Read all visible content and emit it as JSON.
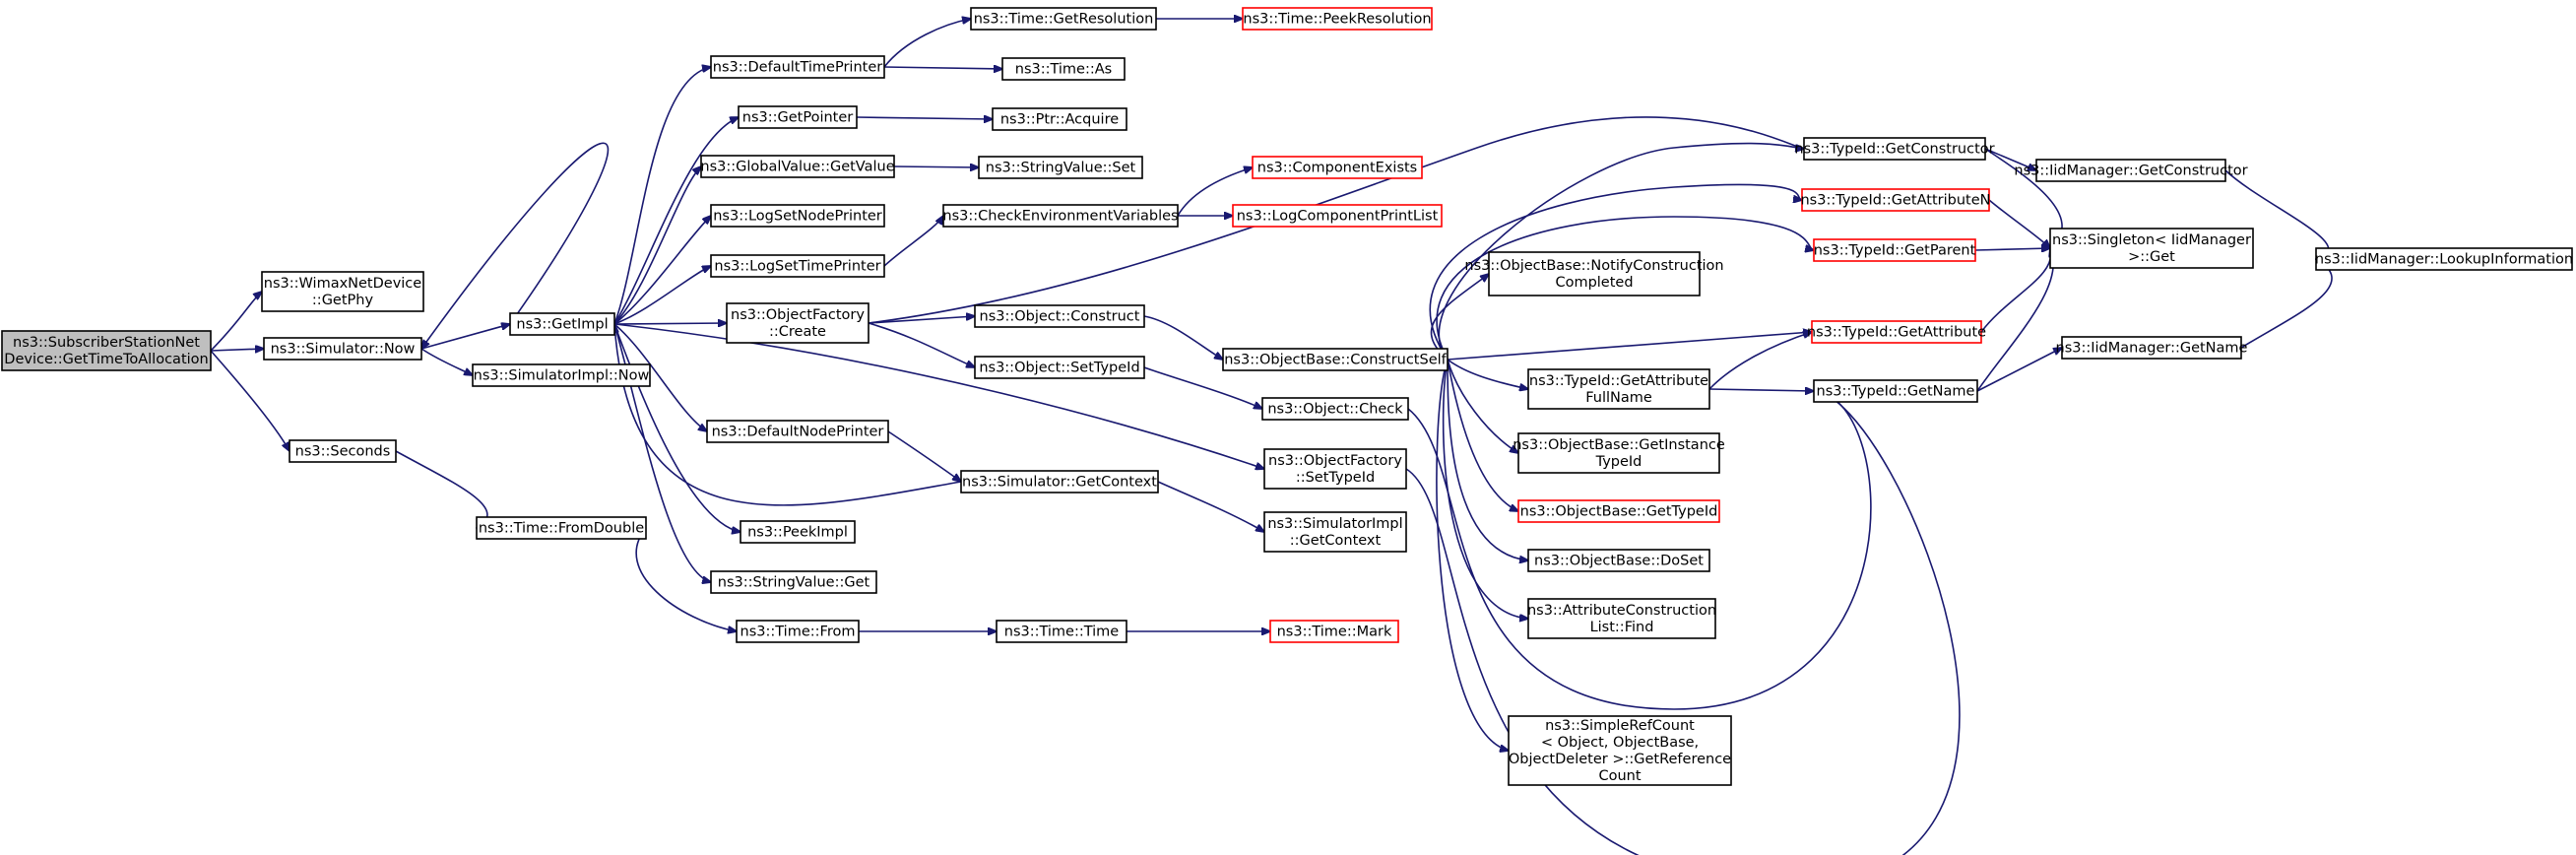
{
  "nodes": [
    {
      "id": "root",
      "lines": [
        "ns3::SubscriberStationNet",
        "Device::GetTimeToAllocation"
      ],
      "style": "root"
    },
    {
      "id": "wimaxGetPhy",
      "lines": [
        "ns3::WimaxNetDevice",
        "::GetPhy"
      ],
      "style": "normal"
    },
    {
      "id": "simNow",
      "lines": [
        "ns3::Simulator::Now"
      ],
      "style": "normal"
    },
    {
      "id": "seconds",
      "lines": [
        "ns3::Seconds"
      ],
      "style": "normal"
    },
    {
      "id": "getImpl",
      "lines": [
        "ns3::GetImpl"
      ],
      "style": "normal"
    },
    {
      "id": "simImplNow",
      "lines": [
        "ns3::SimulatorImpl::Now"
      ],
      "style": "normal"
    },
    {
      "id": "fromDouble",
      "lines": [
        "ns3::Time::FromDouble"
      ],
      "style": "normal"
    },
    {
      "id": "defTimePrinter",
      "lines": [
        "ns3::DefaultTimePrinter"
      ],
      "style": "normal"
    },
    {
      "id": "getPointer",
      "lines": [
        "ns3::GetPointer"
      ],
      "style": "normal"
    },
    {
      "id": "gvGetValue",
      "lines": [
        "ns3::GlobalValue::GetValue"
      ],
      "style": "normal"
    },
    {
      "id": "logSetNodePrinter",
      "lines": [
        "ns3::LogSetNodePrinter"
      ],
      "style": "normal"
    },
    {
      "id": "logSetTimePrinter",
      "lines": [
        "ns3::LogSetTimePrinter"
      ],
      "style": "normal"
    },
    {
      "id": "objFactoryCreate",
      "lines": [
        "ns3::ObjectFactory",
        "::Create"
      ],
      "style": "normal"
    },
    {
      "id": "defNodePrinter",
      "lines": [
        "ns3::DefaultNodePrinter"
      ],
      "style": "normal"
    },
    {
      "id": "peekImpl",
      "lines": [
        "ns3::PeekImpl"
      ],
      "style": "normal"
    },
    {
      "id": "svGet",
      "lines": [
        "ns3::StringValue::Get"
      ],
      "style": "normal"
    },
    {
      "id": "timeFrom",
      "lines": [
        "ns3::Time::From"
      ],
      "style": "normal"
    },
    {
      "id": "getResolution",
      "lines": [
        "ns3::Time::GetResolution"
      ],
      "style": "normal"
    },
    {
      "id": "timeAs",
      "lines": [
        "ns3::Time::As"
      ],
      "style": "normal"
    },
    {
      "id": "ptrAcquire",
      "lines": [
        "ns3::Ptr::Acquire"
      ],
      "style": "normal"
    },
    {
      "id": "svSet",
      "lines": [
        "ns3::StringValue::Set"
      ],
      "style": "normal"
    },
    {
      "id": "checkEnv",
      "lines": [
        "ns3::CheckEnvironmentVariables"
      ],
      "style": "normal"
    },
    {
      "id": "objConstruct",
      "lines": [
        "ns3::Object::Construct"
      ],
      "style": "normal"
    },
    {
      "id": "objSetTypeId",
      "lines": [
        "ns3::Object::SetTypeId"
      ],
      "style": "normal"
    },
    {
      "id": "simGetContext",
      "lines": [
        "ns3::Simulator::GetContext"
      ],
      "style": "normal"
    },
    {
      "id": "timeTime",
      "lines": [
        "ns3::Time::Time"
      ],
      "style": "normal"
    },
    {
      "id": "peekResolution",
      "lines": [
        "ns3::Time::PeekResolution"
      ],
      "style": "red"
    },
    {
      "id": "componentExists",
      "lines": [
        "ns3::ComponentExists"
      ],
      "style": "red"
    },
    {
      "id": "logComponentPrintList",
      "lines": [
        "ns3::LogComponentPrintList"
      ],
      "style": "red"
    },
    {
      "id": "objBaseConstructSelf",
      "lines": [
        "ns3::ObjectBase::ConstructSelf"
      ],
      "style": "normal"
    },
    {
      "id": "objCheck",
      "lines": [
        "ns3::Object::Check"
      ],
      "style": "normal"
    },
    {
      "id": "objFactorySetTypeId",
      "lines": [
        "ns3::ObjectFactory",
        "::SetTypeId"
      ],
      "style": "normal"
    },
    {
      "id": "simImplGetContext",
      "lines": [
        "ns3::SimulatorImpl",
        "::GetContext"
      ],
      "style": "normal"
    },
    {
      "id": "timeMark",
      "lines": [
        "ns3::Time::Mark"
      ],
      "style": "red"
    },
    {
      "id": "notifyConstructionCompleted",
      "lines": [
        "ns3::ObjectBase::NotifyConstruction",
        "Completed"
      ],
      "style": "normal"
    },
    {
      "id": "tidGetAttributeFullName",
      "lines": [
        "ns3::TypeId::GetAttribute",
        "FullName"
      ],
      "style": "normal"
    },
    {
      "id": "getInstanceTypeId",
      "lines": [
        "ns3::ObjectBase::GetInstance",
        "TypeId"
      ],
      "style": "normal"
    },
    {
      "id": "objBaseGetTypeId",
      "lines": [
        "ns3::ObjectBase::GetTypeId"
      ],
      "style": "red"
    },
    {
      "id": "objBaseDoSet",
      "lines": [
        "ns3::ObjectBase::DoSet"
      ],
      "style": "normal"
    },
    {
      "id": "attrConstructionListFind",
      "lines": [
        "ns3::AttributeConstruction",
        "List::Find"
      ],
      "style": "normal"
    },
    {
      "id": "simpleRefCount",
      "lines": [
        "ns3::SimpleRefCount",
        "< Object, ObjectBase,",
        "ObjectDeleter >::GetReference",
        "Count"
      ],
      "style": "normal"
    },
    {
      "id": "tidGetConstructor",
      "lines": [
        "ns3::TypeId::GetConstructor"
      ],
      "style": "normal"
    },
    {
      "id": "tidGetAttributeN",
      "lines": [
        "ns3::TypeId::GetAttributeN"
      ],
      "style": "red"
    },
    {
      "id": "tidGetParent",
      "lines": [
        "ns3::TypeId::GetParent"
      ],
      "style": "red"
    },
    {
      "id": "tidGetAttribute",
      "lines": [
        "ns3::TypeId::GetAttribute"
      ],
      "style": "red"
    },
    {
      "id": "tidGetName",
      "lines": [
        "ns3::TypeId::GetName"
      ],
      "style": "normal"
    },
    {
      "id": "iidGetConstructor",
      "lines": [
        "ns3::IidManager::GetConstructor"
      ],
      "style": "normal"
    },
    {
      "id": "singletonGet",
      "lines": [
        "ns3::Singleton< IidManager",
        ">::Get"
      ],
      "style": "normal"
    },
    {
      "id": "iidGetName",
      "lines": [
        "ns3::IidManager::GetName"
      ],
      "style": "normal"
    },
    {
      "id": "iidLookupInformation",
      "lines": [
        "ns3::IidManager::LookupInformation"
      ],
      "style": "normal"
    }
  ],
  "colors": {
    "edge": "#191970",
    "node_border": "#000000",
    "node_border_missing": "#ff0000",
    "node_fill": "#ffffff",
    "root_fill": "#bfbfbf"
  }
}
